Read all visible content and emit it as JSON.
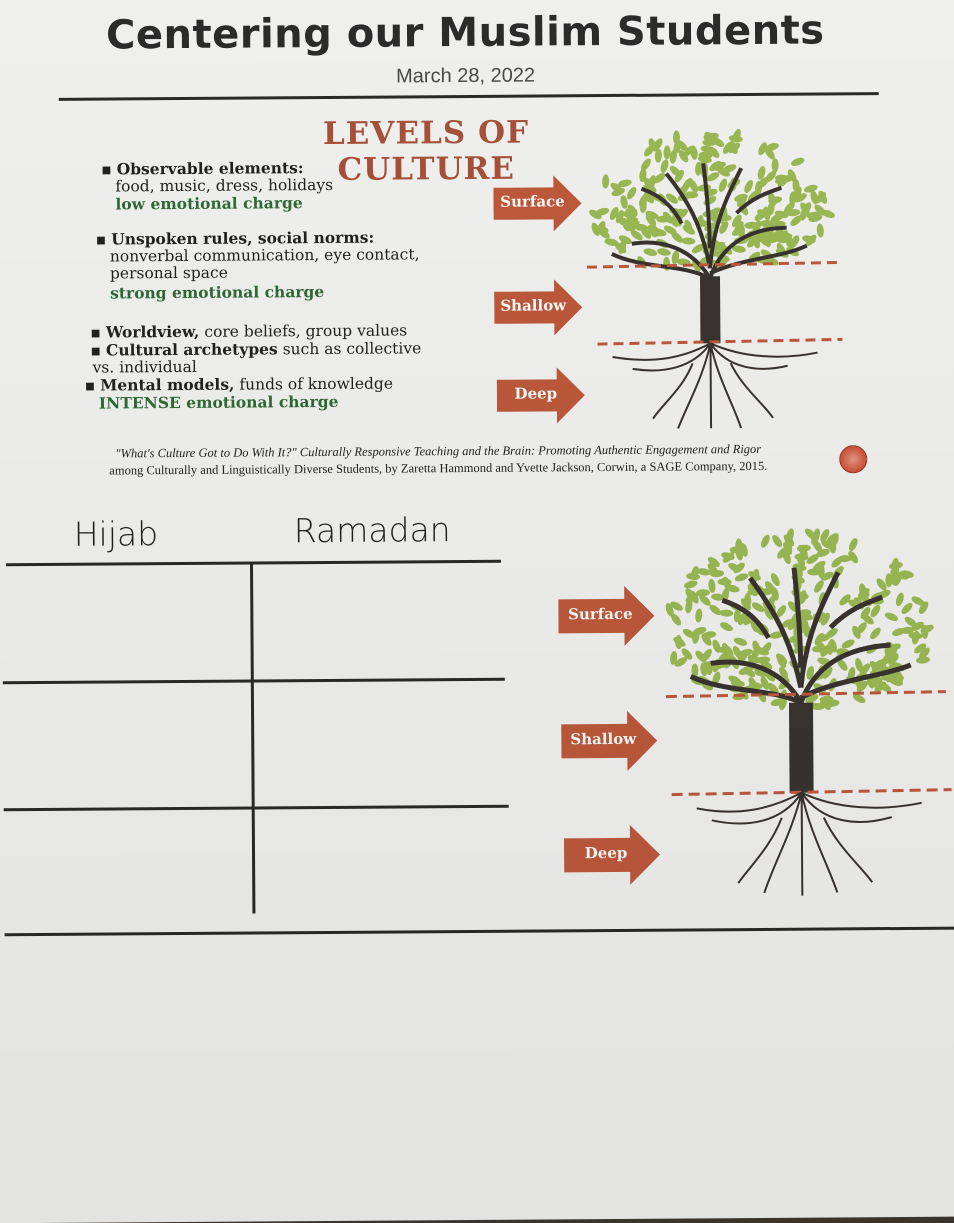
{
  "header": {
    "title": "Centering our Muslim Students",
    "date": "March 28, 2022"
  },
  "levels": {
    "title": "LEVELS OF CULTURE",
    "surface": {
      "heading": "Observable elements:",
      "detail": "food, music, dress, holidays",
      "charge": "low emotional charge"
    },
    "shallow": {
      "heading": "Unspoken rules, social norms:",
      "detail_line1": "nonverbal communication, eye contact,",
      "detail_line2": "personal space",
      "charge": "strong emotional charge"
    },
    "deep": {
      "item1_bold": "Worldview,",
      "item1_rest": " core beliefs, group values",
      "item2_bold": "Cultural archetypes",
      "item2_rest": " such as collective",
      "item2_line2": "vs. individual",
      "item3_bold": "Mental models,",
      "item3_rest": " funds of knowledge",
      "charge": "INTENSE emotional charge"
    },
    "arrows": [
      "Surface",
      "Shallow",
      "Deep"
    ]
  },
  "citation": {
    "line1": "\"What's Culture Got to Do With It?\" Culturally Responsive Teaching and the Brain: Promoting Authentic Engagement and Rigor",
    "line2": "among Culturally and Linguistically Diverse Students, by Zaretta Hammond and Yvette Jackson, Corwin, a SAGE Company, 2015."
  },
  "chart_table": {
    "columns": [
      "Hijab",
      "Ramadan"
    ]
  },
  "lower_arrows": [
    "Surface",
    "Shallow",
    "Deep"
  ],
  "colors": {
    "arrow": "#c05a3c",
    "leaf": "#9dbb55",
    "trunk": "#3a3430",
    "dash": "#c05a3c"
  }
}
